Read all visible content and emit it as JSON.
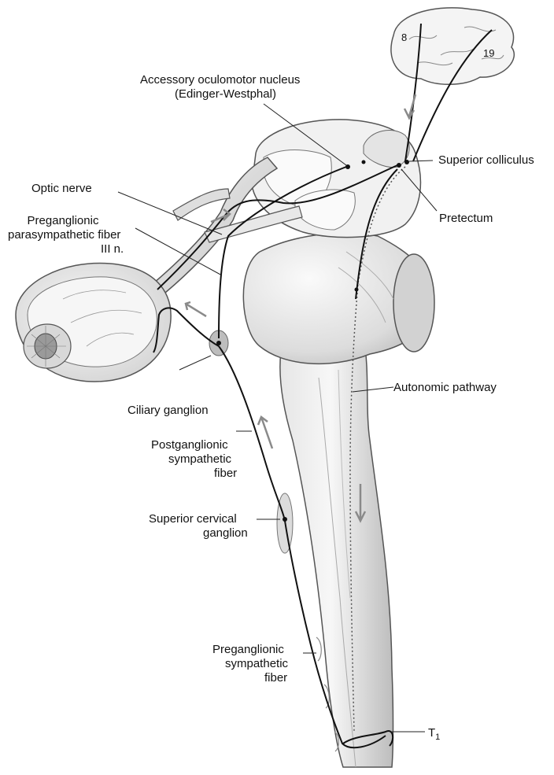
{
  "labels": {
    "accessory_nucleus_line1": "Accessory oculomotor nucleus",
    "accessory_nucleus_line2": "(Edinger-Westphal)",
    "optic_nerve": "Optic nerve",
    "preganglionic_para_line1": "Preganglionic",
    "preganglionic_para_line2": "parasympathetic fiber",
    "preganglionic_para_line3": "III n.",
    "superior_colliculus": "Superior colliculus",
    "pretectum": "Pretectum",
    "autonomic_pathway": "Autonomic pathway",
    "ciliary_ganglion": "Ciliary ganglion",
    "postganglionic_line1": "Postganglionic",
    "postganglionic_line2": "sympathetic",
    "postganglionic_line3": "fiber",
    "superior_cervical_line1": "Superior cervical",
    "superior_cervical_line2": "ganglion",
    "preganglionic_symp_line1": "Preganglionic",
    "preganglionic_symp_line2": "sympathetic",
    "preganglionic_symp_line3": "fiber",
    "t1_main": "T",
    "t1_sub": "1",
    "brodmann_8": "8",
    "brodmann_19": "19"
  },
  "colors": {
    "tissue_light": "#f2f2f2",
    "tissue_mid": "#d9d9d9",
    "tissue_dark": "#a6a6a6",
    "outline": "#555555",
    "fiber": "#111111",
    "arrow_gray": "#8a8a8a",
    "leader": "#222222"
  }
}
